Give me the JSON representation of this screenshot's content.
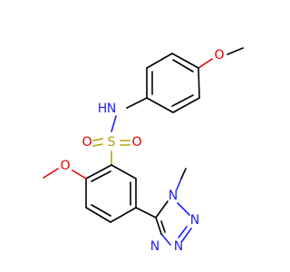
{
  "molecule": {
    "atoms": [
      {
        "symbol": "O",
        "color": "#e00000"
      },
      {
        "symbol": "N",
        "color": "#2020ff"
      },
      {
        "symbol": "H",
        "color": "#2020ff"
      },
      {
        "symbol": "S",
        "color": "#b8a000"
      },
      {
        "symbol": "O",
        "color": "#e00000"
      },
      {
        "symbol": "O",
        "color": "#e00000"
      },
      {
        "symbol": "O",
        "color": "#e00000"
      },
      {
        "symbol": "N",
        "color": "#2020ff"
      },
      {
        "symbol": "N",
        "color": "#2020ff"
      },
      {
        "symbol": "N",
        "color": "#2020ff"
      },
      {
        "symbol": "N",
        "color": "#2020ff"
      }
    ],
    "colors": {
      "bond": "#000000",
      "oxygen": "#e00000",
      "nitrogen": "#2020ff",
      "sulfur": "#b8a000"
    }
  }
}
